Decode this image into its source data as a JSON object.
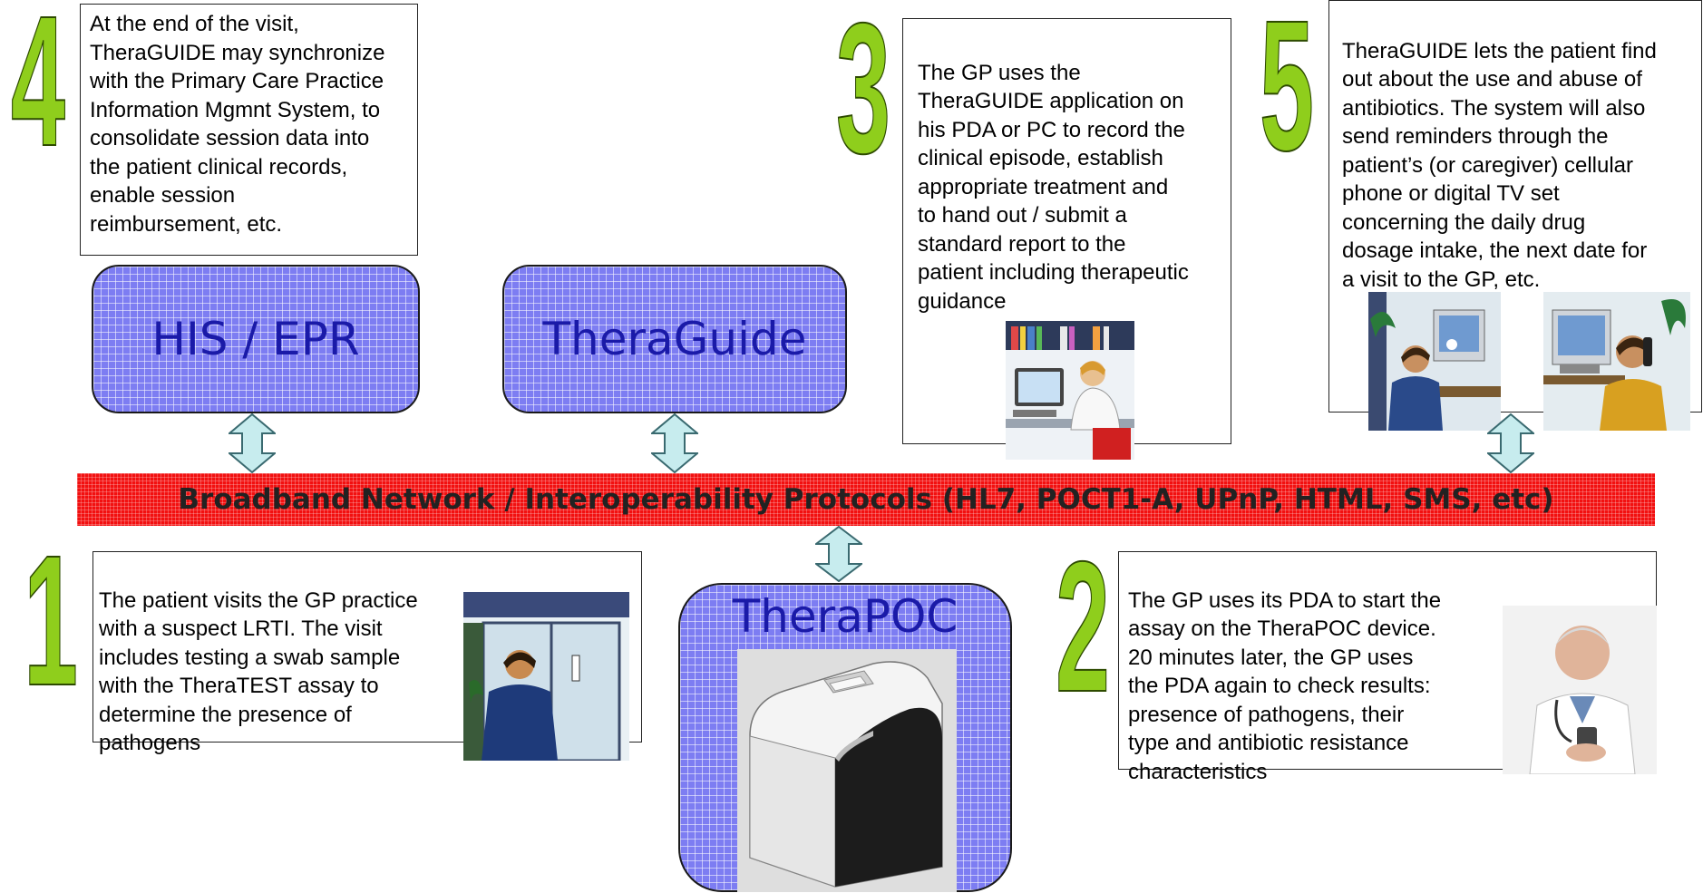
{
  "colors": {
    "box_fill": "#7d7df2",
    "box_text": "#1a1aa8",
    "network_fill": "#f21010",
    "number_fill": "#8fce1c",
    "arrow_fill": "#c7ecee"
  },
  "numbers": {
    "n1": "1",
    "n2": "2",
    "n3": "3",
    "n4": "4",
    "n5": "5"
  },
  "boxes": {
    "his": "HIS / EPR",
    "theraguide": "TheraGuide",
    "therapoc": "TheraPOC"
  },
  "network": {
    "label": "Broadband Network / Interoperability Protocols (HL7, POCT1-A, UPnP, HTML, SMS, etc)"
  },
  "steps": {
    "step4": "At the end of the visit,\nTheraGUIDE may synchronize\nwith the Primary Care Practice\nInformation Mgmnt System, to\nconsolidate session data into\nthe patient clinical records,\nenable session\nreimbursement, etc.",
    "step3": "The GP uses the\nTheraGUIDE application on\nhis PDA or PC to record the\nclinical episode, establish\nappropriate treatment and\nto hand out / submit a\nstandard report to the\npatient including therapeutic\nguidance",
    "step5": "TheraGUIDE lets the patient find\nout about the use and abuse of\nantibiotics. The system will also\nsend reminders through the\npatient’s (or caregiver) cellular\nphone or digital TV set\nconcerning the daily drug\ndosage intake, the next date for\na visit to  the GP, etc.",
    "step1": "The patient visits the GP practice\nwith a suspect LRTI. The visit\nincludes testing a swab sample\nwith the TheraTEST assay to\ndetermine the presence of\npathogens",
    "step2": "The GP uses its PDA to start the\nassay on the TheraPOC device.\n20 minutes later, the GP uses\nthe PDA again to check results:\npresence of pathogens, their\ntype and antibiotic resistance\ncharacteristics"
  },
  "icons": {
    "gp_computer": "gp-at-computer-illustration",
    "patient_tv": "patient-with-tv-illustration",
    "patient_phone": "patient-on-phone-illustration",
    "patient_entering": "patient-entering-practice-illustration",
    "doctor_pda": "doctor-with-pda-photo",
    "device": "therapoc-device-render"
  }
}
